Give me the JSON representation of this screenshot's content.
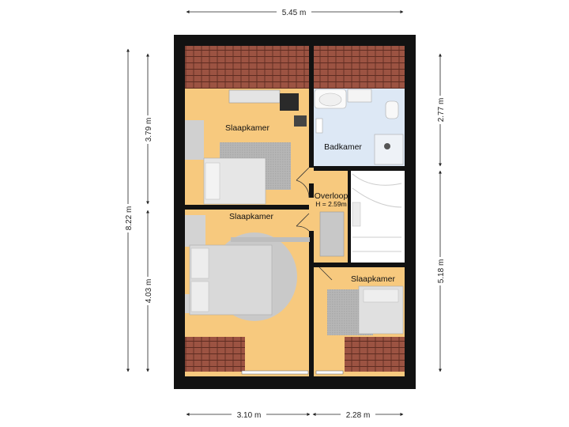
{
  "dimensions": {
    "top_width": "5.45 m",
    "left_total": "8.22 m",
    "left_upper": "3.79 m",
    "left_lower": "4.03 m",
    "right_upper": "2.77 m",
    "right_lower": "5.18 m",
    "bottom_left": "3.10 m",
    "bottom_right": "2.28 m"
  },
  "rooms": {
    "bedroom_top": "Slaapkamer",
    "bedroom_left": "Slaapkamer",
    "bedroom_right": "Slaapkamer",
    "bathroom": "Badkamer",
    "landing": "Overloop",
    "landing_height": "H = 2.59m"
  },
  "colors": {
    "wall": "#121212",
    "floor_wood": "#f7c97e",
    "floor_bath": "#dde8f5",
    "roof_tile": "#9c5342",
    "roof_line": "#5a2a1f",
    "furniture": "#d8d8d8",
    "rug": "#b3b3b3"
  }
}
